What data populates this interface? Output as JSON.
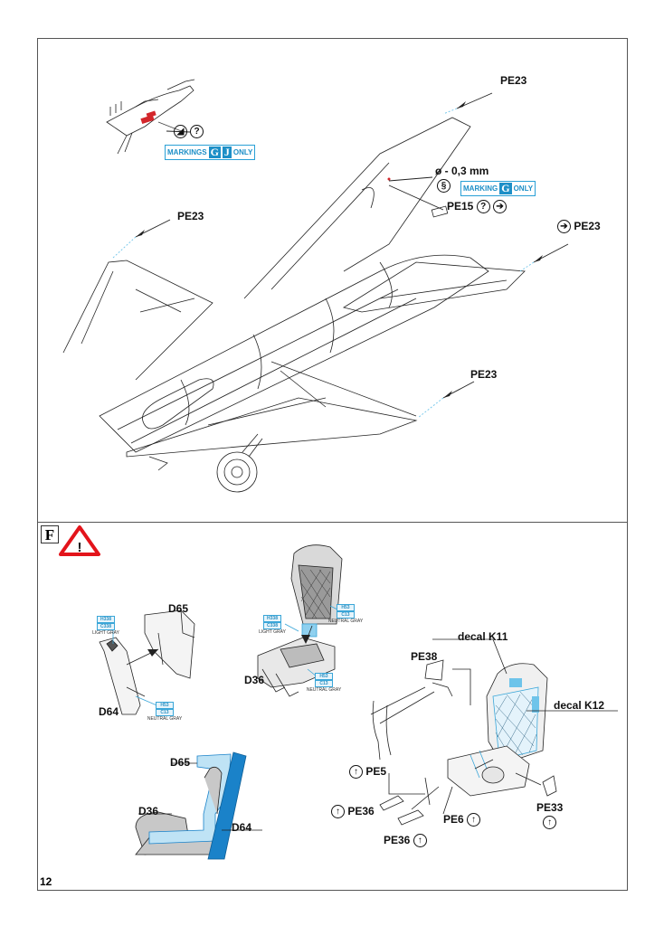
{
  "page": {
    "number": "12"
  },
  "section": {
    "letter": "F",
    "warning_icon": "warning-triangle-icon"
  },
  "top": {
    "markings_gj": {
      "prefix": "MARKINGS",
      "letters": [
        "G",
        "J"
      ],
      "suffix": "ONLY"
    },
    "marking_g": {
      "prefix": "MARKING",
      "letters": [
        "G"
      ],
      "suffix": "ONLY"
    },
    "drill": "ø - 0,3 mm",
    "labels": {
      "pe23_tail": "PE23",
      "pe23_left": "PE23",
      "pe23_right": "PE23",
      "pe23_lower": "PE23",
      "pe15": "PE15"
    },
    "icons": {
      "paint": "paint-brush-icon",
      "question": "?",
      "drill": "drill-icon",
      "flip": "flip-side-icon"
    }
  },
  "bottom": {
    "parts": {
      "d65_a": "D65",
      "d64_a": "D64",
      "d36_a": "D36",
      "d65_b": "D65",
      "d36_b": "D36",
      "d64_b": "D64",
      "pe38": "PE38",
      "pe5": "PE5",
      "pe36_a": "PE36",
      "pe36_b": "PE36",
      "pe6": "PE6",
      "pe33": "PE33",
      "decal_k11": "decal K11",
      "decal_k12": "decal K12"
    },
    "paints": {
      "light_gray": {
        "h": "H338",
        "c": "C338",
        "name": "LIGHT GRAY"
      },
      "neutral_gray": {
        "h": "H53",
        "c": "C13",
        "name": "NEUTRAL GRAY"
      }
    },
    "bend_icon": "↑"
  },
  "colors": {
    "accent": "#1d8fc7",
    "seat_blue": "#1a82c9",
    "seat_light": "#bfe3f5",
    "warning": "#e3141b"
  }
}
